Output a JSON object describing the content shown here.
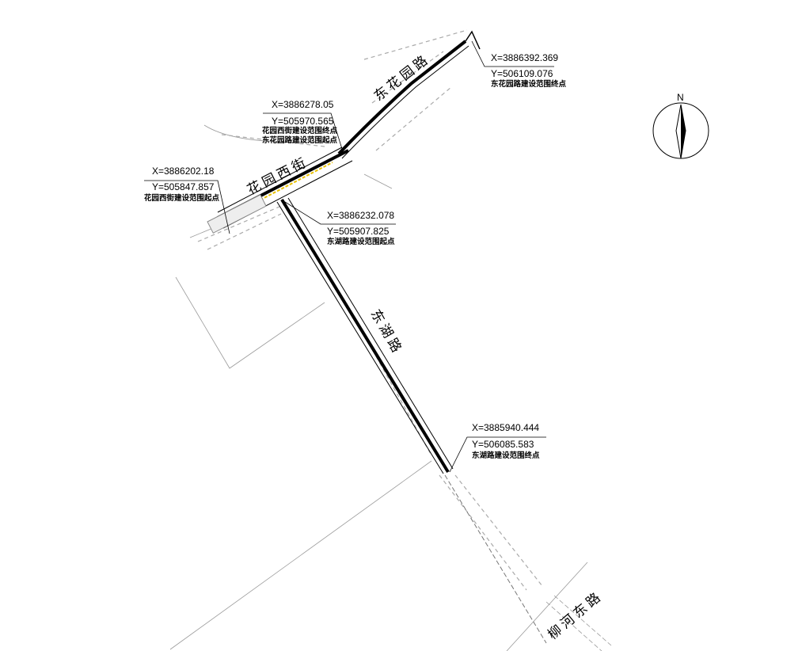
{
  "north_arrow": {
    "label": "N"
  },
  "roads": {
    "donghuayuan": "东花园路",
    "huayuanxijie": "花园西街",
    "donghu": "东湖路",
    "liuhedong": "柳河东路"
  },
  "points": [
    {
      "x": "X=3886392.369",
      "y": "Y=506109.076",
      "notes": [
        "东花园路建设范围终点"
      ]
    },
    {
      "x": "X=3886278.05",
      "y": "Y=505970.565",
      "notes": [
        "花园西街建设范围终点",
        "东花园路建设范围起点"
      ]
    },
    {
      "x": "X=3886202.18",
      "y": "Y=505847.857",
      "notes": [
        "花园西街建设范围起点"
      ]
    },
    {
      "x": "X=3886232.078",
      "y": "Y=505907.825",
      "notes": [
        "东湖路建设范围起点"
      ]
    },
    {
      "x": "X=3885940.444",
      "y": "Y=506085.583",
      "notes": [
        "东湖路建设范围终点"
      ]
    }
  ],
  "colors": {
    "road": "#000000",
    "context": "#9a9a9a",
    "centerline": "#e8c000"
  }
}
